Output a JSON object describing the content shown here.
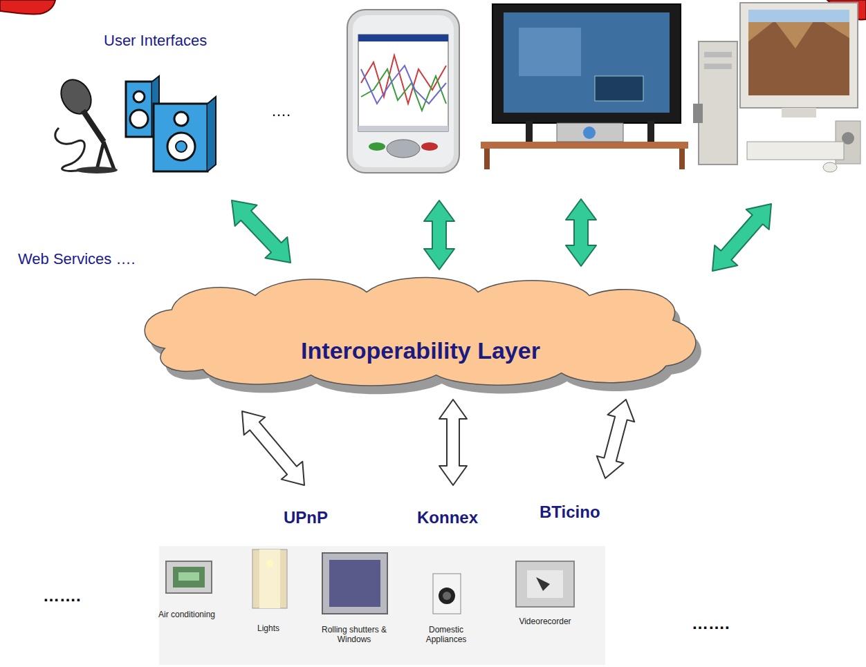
{
  "diagram": {
    "nodes": [
      {
        "text": [
          "Interoperability Layer"
        ]
      }
    ],
    "labels": [
      "User Interfaces",
      "….",
      "Web Services ….",
      "UPnP",
      "Konnex",
      "BTicino",
      "…….",
      "Air conditioning",
      "Lights",
      "Rolling shutters & Windows",
      "Domestic Appliances",
      "Videorecorder",
      "……."
    ]
  }
}
